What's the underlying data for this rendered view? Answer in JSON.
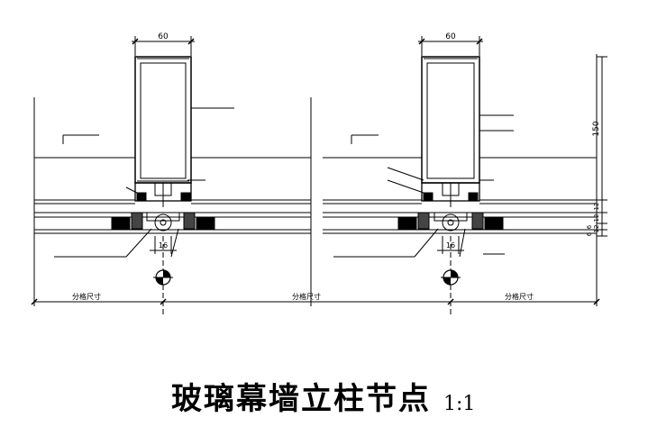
{
  "drawing": {
    "title": "玻璃幕墙立柱节点",
    "scale": "1:1",
    "left_node": {
      "top_dim": "60",
      "bottom_dim": "16",
      "span_label": "分格尺寸"
    },
    "right_node": {
      "top_dim": "60",
      "bottom_dim": "16",
      "span_label": "分格尺寸"
    },
    "middle_span_label": "分格尺寸",
    "vertical_dims": [
      "150",
      "12",
      "12",
      "6",
      "12",
      "6"
    ]
  }
}
